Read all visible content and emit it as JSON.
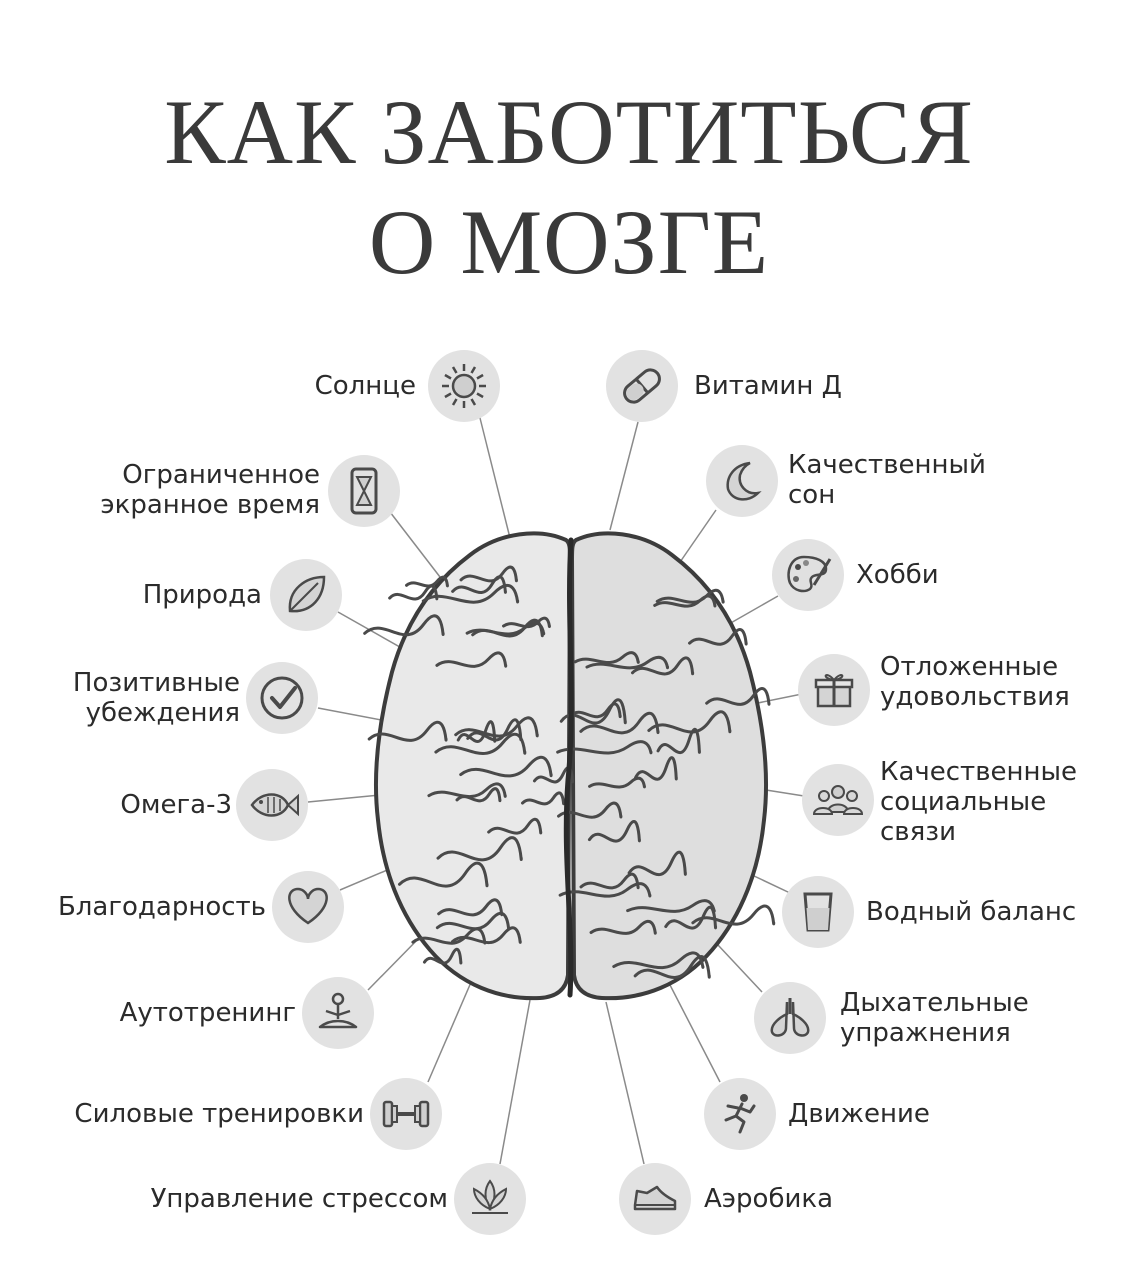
{
  "title": [
    "КАК ЗАБОТИТЬСЯ",
    "О МОЗГЕ"
  ],
  "left_items": [
    {
      "id": "sun",
      "label": [
        "Солнце"
      ],
      "icon": "sun-icon"
    },
    {
      "id": "screen",
      "label": [
        "Ограниченное",
        "экранное время"
      ],
      "icon": "hourglass-phone-icon"
    },
    {
      "id": "nature",
      "label": [
        "Природа"
      ],
      "icon": "leaf-icon"
    },
    {
      "id": "beliefs",
      "label": [
        "Позитивные",
        "убеждения"
      ],
      "icon": "checkmark-icon"
    },
    {
      "id": "omega",
      "label": [
        "Омега-3"
      ],
      "icon": "fish-icon"
    },
    {
      "id": "gratitude",
      "label": [
        "Благодарность"
      ],
      "icon": "heart-icon"
    },
    {
      "id": "autotraining",
      "label": [
        "Аутотренинг"
      ],
      "icon": "meditation-icon"
    },
    {
      "id": "strength",
      "label": [
        "Силовые тренировки"
      ],
      "icon": "dumbbell-icon"
    },
    {
      "id": "stress",
      "label": [
        "Управление стрессом"
      ],
      "icon": "lotus-icon"
    }
  ],
  "right_items": [
    {
      "id": "vitamin",
      "label": [
        "Витамин Д"
      ],
      "icon": "pill-icon"
    },
    {
      "id": "sleep",
      "label": [
        "Качественный",
        "сон"
      ],
      "icon": "moon-icon"
    },
    {
      "id": "hobby",
      "label": [
        "Хобби"
      ],
      "icon": "palette-icon"
    },
    {
      "id": "delayed",
      "label": [
        "Отложенные",
        "удовольствия"
      ],
      "icon": "gift-icon"
    },
    {
      "id": "social",
      "label": [
        "Качественные",
        "социальные",
        "связи"
      ],
      "icon": "people-icon"
    },
    {
      "id": "water",
      "label": [
        "Водный баланс"
      ],
      "icon": "water-glass-icon"
    },
    {
      "id": "breathing",
      "label": [
        "Дыхательные",
        "упражнения"
      ],
      "icon": "lungs-icon"
    },
    {
      "id": "movement",
      "label": [
        "Движение"
      ],
      "icon": "running-icon"
    },
    {
      "id": "aerobics",
      "label": [
        "Аэробика"
      ],
      "icon": "sneaker-icon"
    }
  ],
  "colors": {
    "text": "#2b2b2b",
    "title": "#3a3a3a",
    "circle": "#e2e2e2",
    "line": "#8a8a8a",
    "brain_fill": "#e9e9e9",
    "brain_stroke": "#3c3c3c"
  }
}
